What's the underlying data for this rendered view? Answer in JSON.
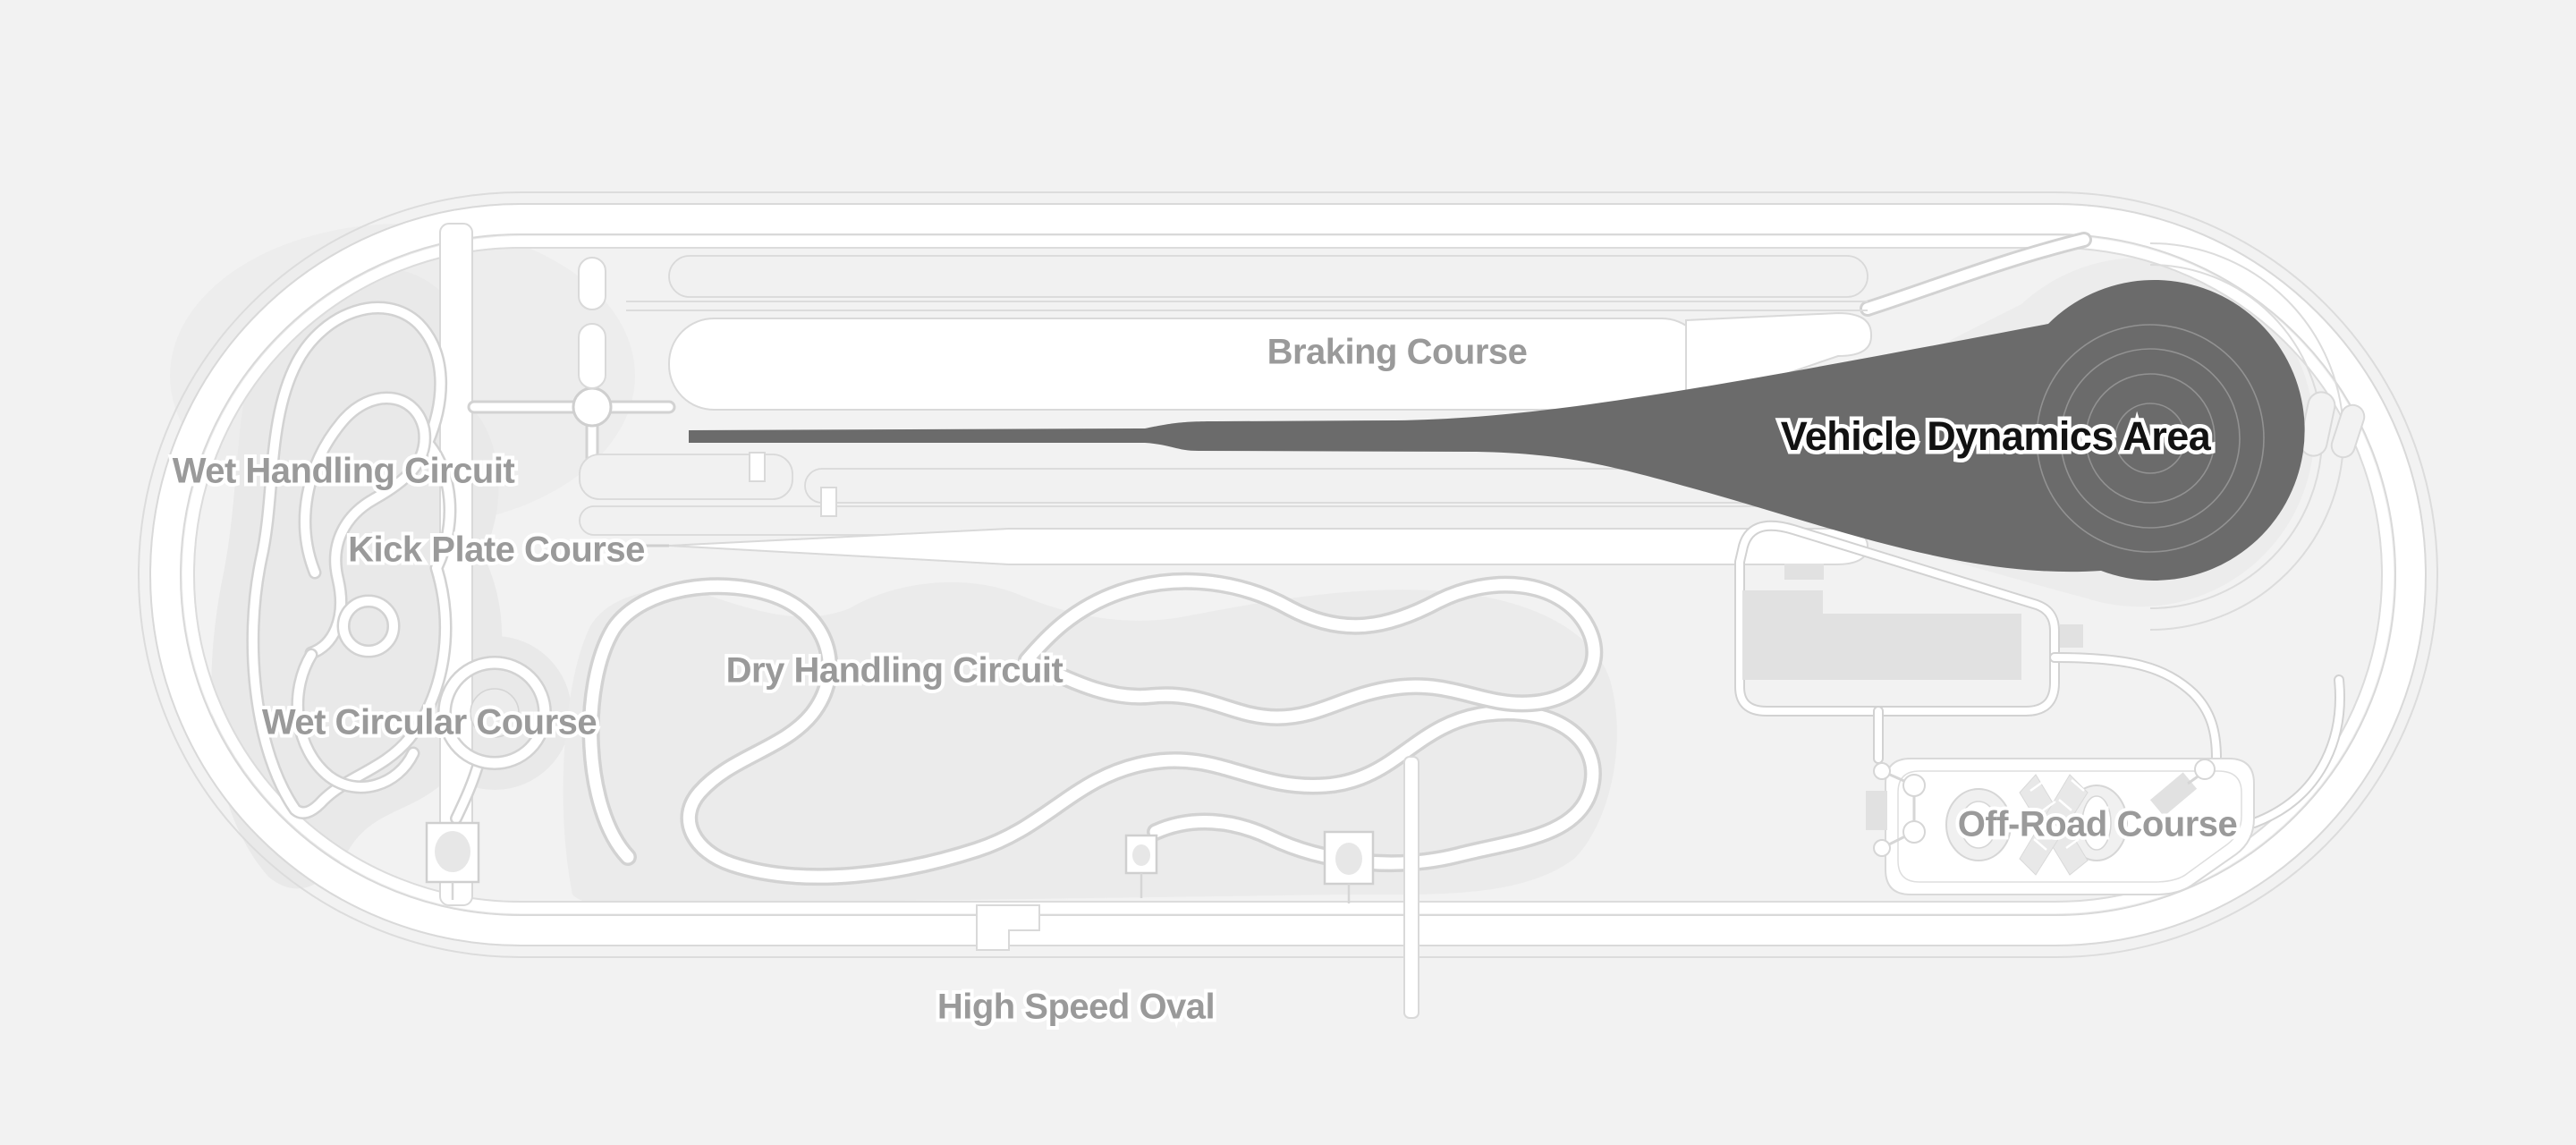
{
  "map": {
    "type": "proving-ground-facility-map",
    "areas": [
      {
        "id": "braking-course",
        "label": "Braking Course"
      },
      {
        "id": "vehicle-dynamics-area",
        "label": "Vehicle Dynamics Area"
      },
      {
        "id": "wet-handling-circuit",
        "label": "Wet Handling Circuit"
      },
      {
        "id": "kick-plate-course",
        "label": "Kick Plate Course"
      },
      {
        "id": "wet-circular-course",
        "label": "Wet Circular Course"
      },
      {
        "id": "dry-handling-circuit",
        "label": "Dry Handling Circuit"
      },
      {
        "id": "off-road-course",
        "label": "Off-Road Course"
      },
      {
        "id": "high-speed-oval",
        "label": "High Speed Oval"
      }
    ],
    "colors": {
      "background": "#f2f2f2",
      "track_outline": "#d9d9d9",
      "road_fill": "#ffffff",
      "area_shade": "#e9e9e9",
      "dynamics_area_fill": "#6b6b6b",
      "dynamics_rings": "#999999",
      "label_gray": "#9a9a9a",
      "label_dark": "#121212",
      "building_fill": "#e1e1e1"
    }
  }
}
